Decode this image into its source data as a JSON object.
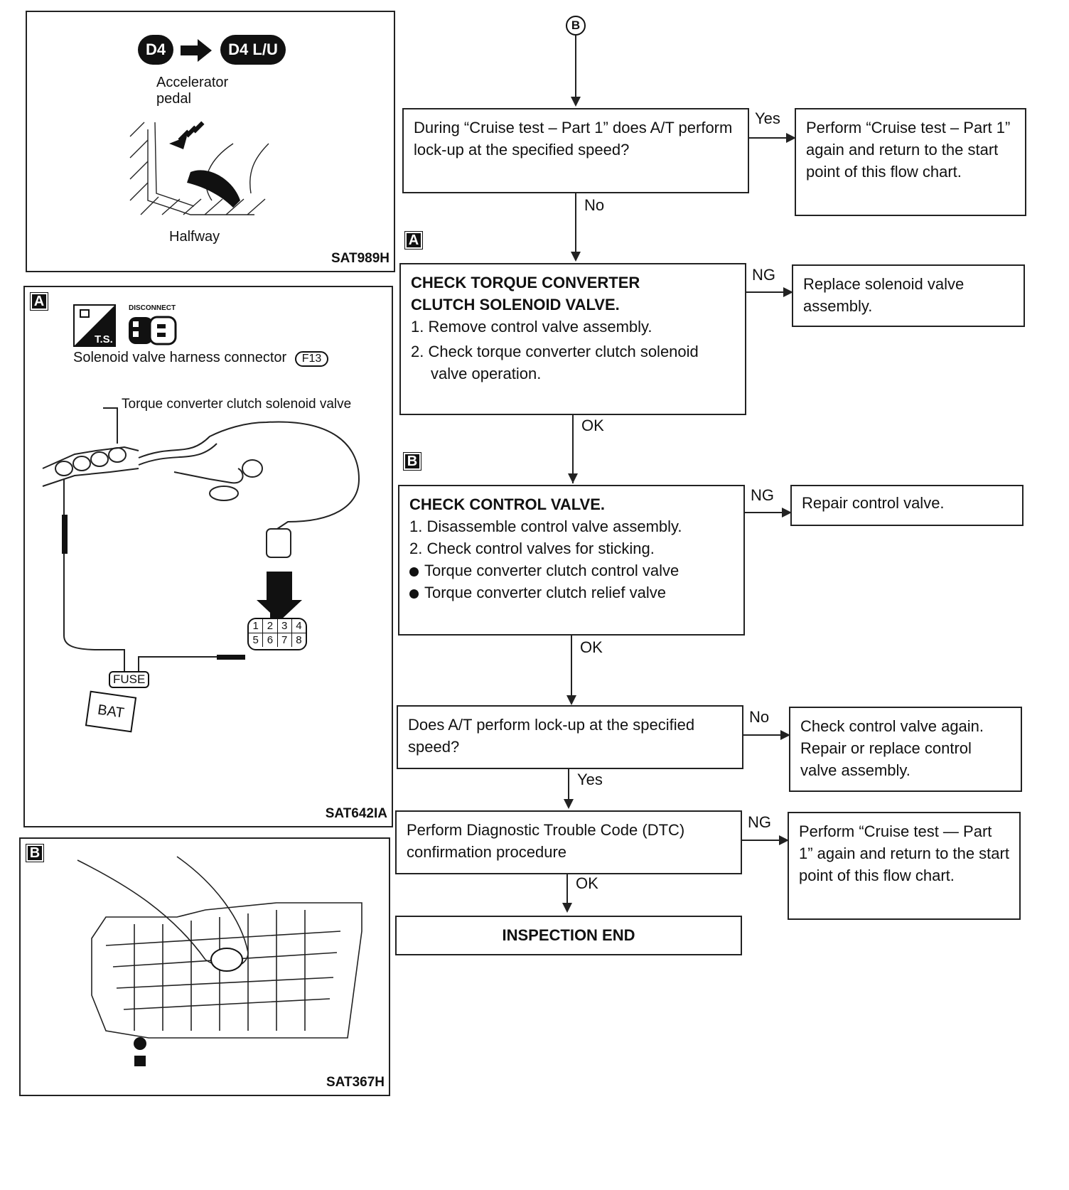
{
  "panel_top": {
    "pill_left": "D4",
    "pill_right": "D4 L/U",
    "accel_label_line1": "Accelerator",
    "accel_label_line2": "pedal",
    "halfway": "Halfway",
    "code": "SAT989H"
  },
  "panel_a": {
    "tag": "A",
    "ts_label": "T.S.",
    "disconnect_label": "DISCONNECT",
    "connector_label": "Solenoid valve harness connector",
    "connector_id": "F13",
    "valve_label": "Torque converter clutch solenoid valve",
    "pins_top": [
      "1",
      "2",
      "3",
      "4"
    ],
    "pins_bottom": [
      "5",
      "6",
      "7",
      "8"
    ],
    "fuse": "FUSE",
    "bat": "BAT",
    "code": "SAT642IA"
  },
  "panel_b": {
    "tag": "B",
    "code": "SAT367H"
  },
  "flow": {
    "start_connector": "B",
    "q1": "During “Cruise test – Part 1” does A/T perform lock-up at the specified speed?",
    "q1_yes": "Yes",
    "q1_no": "No",
    "q1_yes_action": "Perform “Cruise test – Part 1” again and return to the start point of this flow chart.",
    "tag_a": "A",
    "check1_title_1": "CHECK TORQUE CONVERTER",
    "check1_title_2": "CLUTCH SOLENOID VALVE.",
    "check1_step1": "1. Remove control valve assembly.",
    "check1_step2": "2. Check torque converter clutch solenoid valve operation.",
    "check1_ng": "NG",
    "check1_ng_action": "Replace solenoid valve assembly.",
    "check1_ok": "OK",
    "tag_b": "B",
    "check2_title": "CHECK CONTROL VALVE.",
    "check2_step1": "1. Disassemble control valve assembly.",
    "check2_step2": "2. Check control valves for sticking.",
    "check2_bullet1": "Torque converter clutch control valve",
    "check2_bullet2": "Torque converter clutch relief valve",
    "check2_ng": "NG",
    "check2_ng_action": "Repair control valve.",
    "check2_ok": "OK",
    "q2": "Does A/T perform lock-up at the specified speed?",
    "q2_no": "No",
    "q2_no_action": "Check control valve again. Repair or replace control valve assembly.",
    "q2_yes": "Yes",
    "dtc": "Perform Diagnostic Trouble Code (DTC) confirmation procedure",
    "dtc_ng": "NG",
    "dtc_ng_action": "Perform “Cruise test — Part 1” again and return to the start point of this flow chart.",
    "dtc_ok": "OK",
    "end": "INSPECTION END"
  }
}
